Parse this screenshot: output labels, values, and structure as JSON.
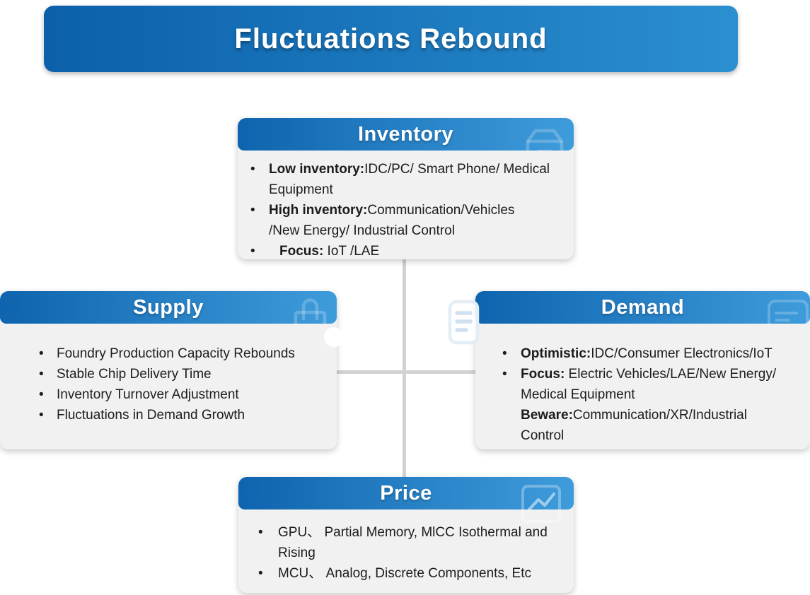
{
  "banner": {
    "title": "Fluctuations Rebound"
  },
  "colors": {
    "banner_g1": "#0b60aa",
    "banner_g2": "#2b8fd0",
    "header_g1": "#0e64ae",
    "header_g2": "#3f9cdb",
    "body_bg": "#f1f1f1",
    "text": "#1c1c1c",
    "line": "#d2d2d2"
  },
  "boxes": {
    "inventory": {
      "title": "Inventory",
      "icon": "archive-box-icon",
      "items": [
        {
          "marker": "•",
          "bold": "Low inventory:",
          "text": "IDC/PC/ Smart Phone/ Medical\nEquipment"
        },
        {
          "marker": "•",
          "bold": "High inventory:",
          "text": "Communication/Vehicles\n/New Energy/ Industrial Control"
        },
        {
          "marker": "•",
          "indent": true,
          "bold": "Focus:",
          "text": " IoT /LAE"
        }
      ]
    },
    "supply": {
      "title": "Supply",
      "icon": "shopping-bag-lock-icon",
      "items": [
        {
          "marker": "•",
          "text": "Foundry Production Capacity Rebounds"
        },
        {
          "marker": "•",
          "text": "Stable Chip Delivery Time"
        },
        {
          "marker": "•",
          "text": "Inventory Turnover Adjustment"
        },
        {
          "marker": "•",
          "text": "Fluctuations in Demand Growth"
        }
      ]
    },
    "demand": {
      "title": "Demand",
      "icon": "message-card-icon",
      "items": [
        {
          "marker": "•",
          "bold": "Optimistic:",
          "text": "IDC/Consumer Electronics/IoT"
        },
        {
          "marker": "•",
          "bold": "Focus:",
          "text": " Electric Vehicles/LAE/New Energy/\nMedical Equipment"
        },
        {
          "marker": "",
          "bold": "Beware:",
          "text": "Communication/XR/Industrial\nControl"
        }
      ]
    },
    "price": {
      "title": "Price",
      "icon": "line-chart-icon",
      "items": [
        {
          "marker": "•",
          "text": "GPU、 Partial Memory, MlCC Isothermal and\nRising"
        },
        {
          "marker": "•",
          "text": "MCU、 Analog, Discrete Components, Etc"
        }
      ]
    }
  },
  "decorations": {
    "center_icon": "receipt-list-icon",
    "supply_edge_badge": "white-circle-badge"
  }
}
